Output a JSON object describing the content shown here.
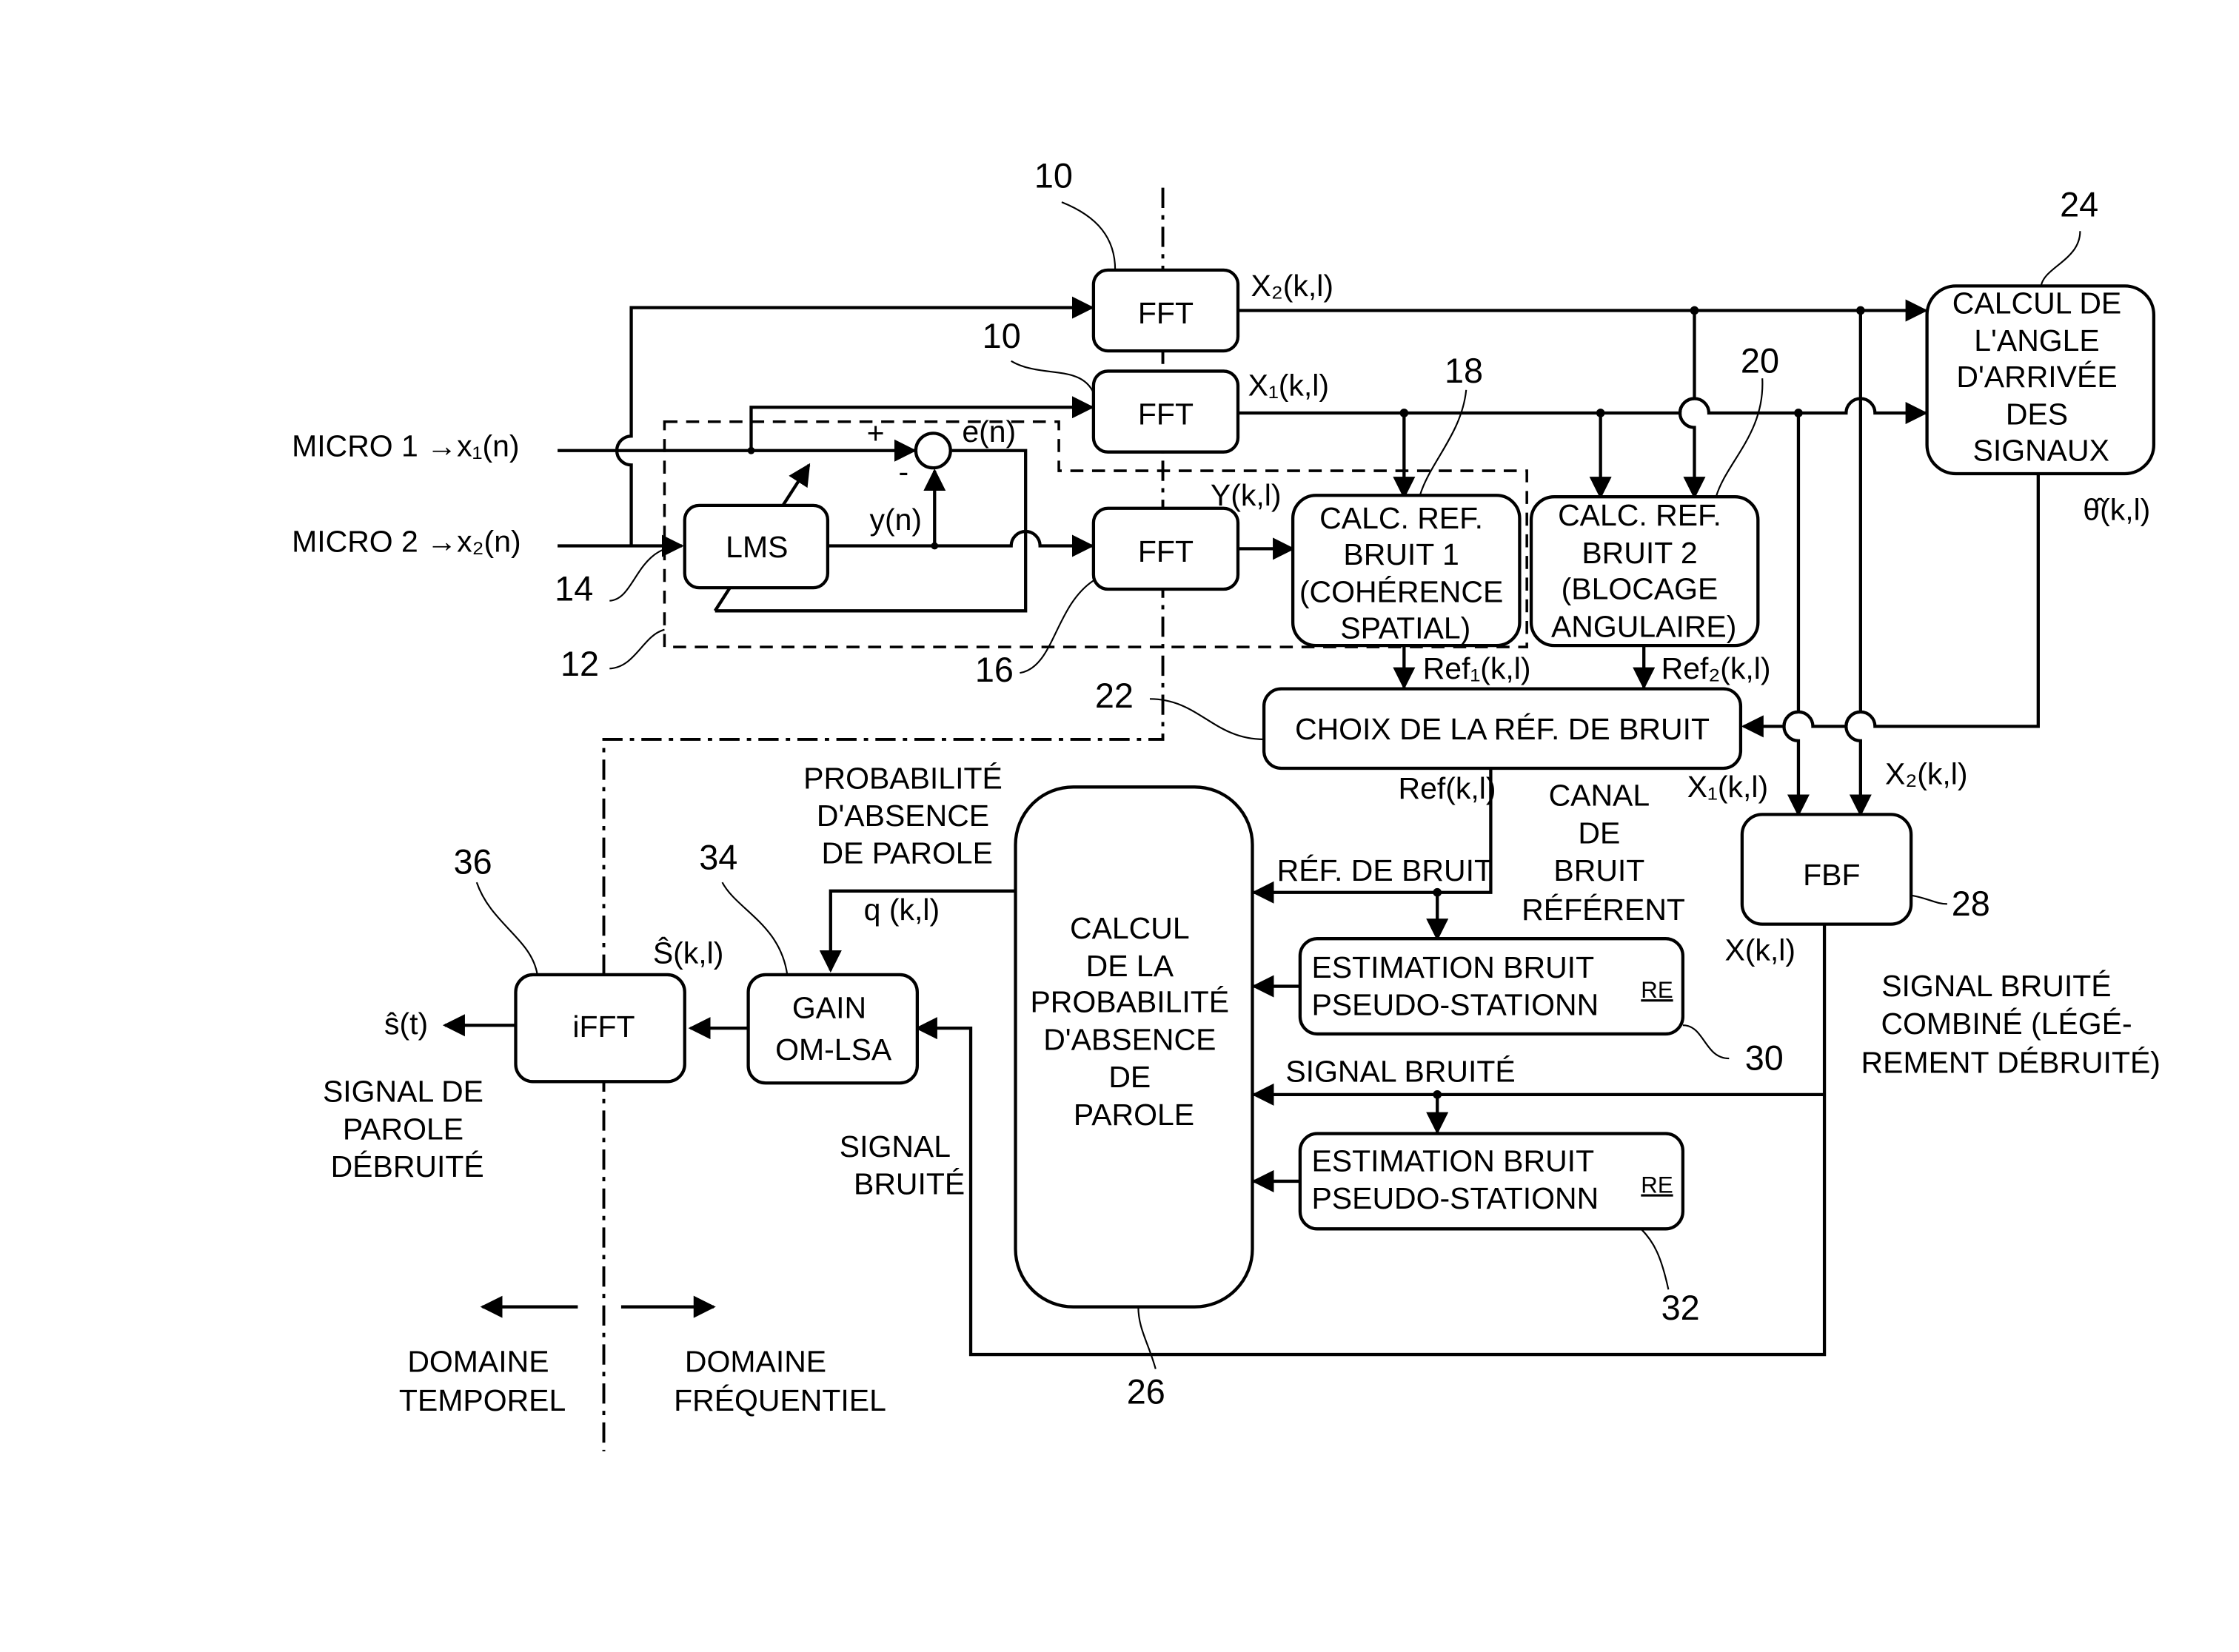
{
  "blocks": {
    "fft_x2": {
      "label": "FFT",
      "ref": "10"
    },
    "fft_x1": {
      "label": "FFT",
      "ref": "10"
    },
    "fft_y": {
      "label": "FFT",
      "ref": "16"
    },
    "lms": {
      "label": "LMS",
      "ref": "14"
    },
    "adaptive_filter_group": {
      "ref": "12"
    },
    "calc_ref_1": {
      "lines": [
        "CALC. REF.",
        "BRUIT 1",
        "(COHÉRENCE",
        "SPATIAL)"
      ],
      "ref": "18"
    },
    "calc_ref_2": {
      "lines": [
        "CALC. REF.",
        "BRUIT 2",
        "(BLOCAGE",
        "ANGULAIRE)"
      ],
      "ref": "20"
    },
    "angle_calc": {
      "lines": [
        "CALCUL DE",
        "L'ANGLE",
        "D'ARRIVÉE",
        "DES",
        "SIGNAUX"
      ],
      "ref": "24"
    },
    "noise_ref_choice": {
      "label": "CHOIX DE LA RÉF. DE BRUIT",
      "ref": "22"
    },
    "fbf": {
      "label": "FBF",
      "ref": "28"
    },
    "noise_est_1": {
      "lines": [
        "ESTIMATION BRUIT",
        "PSEUDO-STATIONN"
      ],
      "suffix": "RE",
      "ref": "30"
    },
    "noise_est_2": {
      "lines": [
        "ESTIMATION BRUIT",
        "PSEUDO-STATIONN"
      ],
      "suffix": "RE",
      "ref": "32"
    },
    "speech_absence_prob": {
      "lines": [
        "CALCUL",
        "DE LA",
        "PROBABILITÉ",
        "D'ABSENCE",
        "DE",
        "PAROLE"
      ],
      "ref": "26"
    },
    "gain": {
      "lines": [
        "GAIN",
        "OM-LSA"
      ],
      "ref": "34"
    },
    "ifft": {
      "label": "iFFT",
      "ref": "36"
    }
  },
  "inputs": {
    "micro1": "MICRO 1 →x₁(n)",
    "micro2": "MICRO 2 →x₂(n)"
  },
  "signals": {
    "x2_kl": "X₂(k,l)",
    "x1_kl": "X₁(k,l)",
    "y_kl": "Y(k,l)",
    "e_n": "e(n)",
    "y_n": "y(n)",
    "plus": "+",
    "minus": "-",
    "ref1": "Ref₁(k,l)",
    "ref2": "Ref₂(k,l)",
    "theta": "θ̂(k,l)",
    "ref_kl": "Ref(k,l)",
    "x1_kl_fbf": "X₁(k,l)",
    "x2_kl_fbf": "X₂(k,l)",
    "x_kl": "X(k,l)",
    "q_kl": "q (k,l)",
    "s_hat_kl": "Ŝ(k,l)",
    "s_hat_t": "ŝ(t)"
  },
  "annotations": {
    "ref_bruit": "RÉF. DE BRUIT",
    "canal": [
      "CANAL",
      "DE",
      "BRUIT",
      "RÉFÉRENT"
    ],
    "signal_bruite": "SIGNAL BRUITÉ",
    "signal_bruite_left": [
      "SIGNAL",
      "BRUITÉ"
    ],
    "signal_combine": [
      "SIGNAL BRUITÉ",
      "COMBINÉ (LÉGÉ-",
      "REMENT DÉBRUITÉ)"
    ],
    "prob_absence": [
      "PROBABILITÉ",
      "D'ABSENCE",
      "DE PAROLE"
    ],
    "output_signal": [
      "SIGNAL DE",
      "PAROLE",
      "DÉBRUITÉ"
    ],
    "domain_time": [
      "DOMAINE",
      "TEMPOREL"
    ],
    "domain_freq": [
      "DOMAINE",
      "FRÉQUENTIEL"
    ]
  }
}
